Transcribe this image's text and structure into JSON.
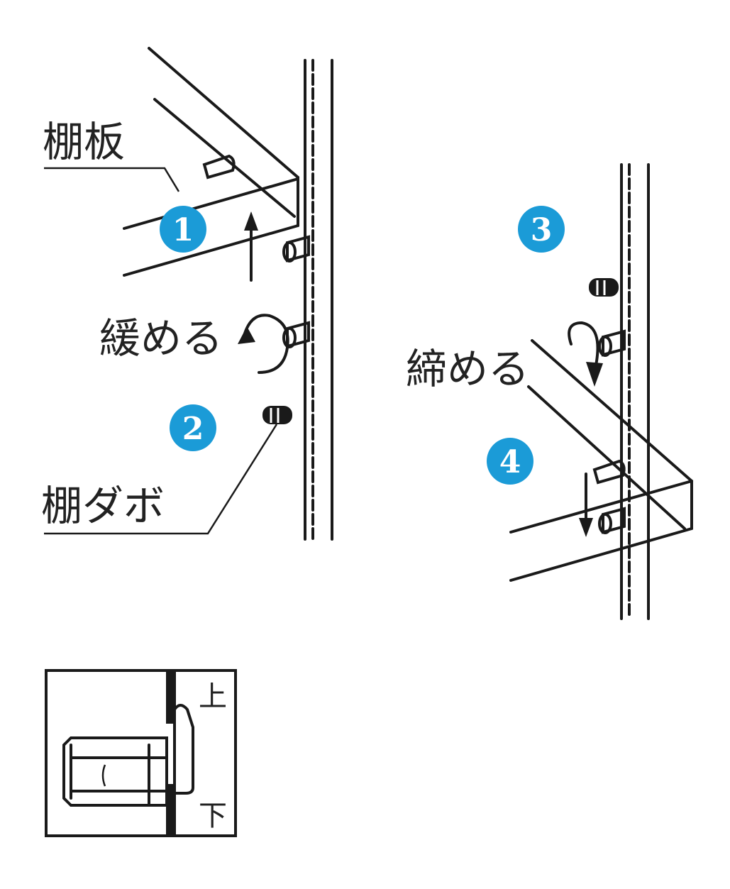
{
  "labels": {
    "shelf_board": "棚板",
    "loosen": "緩める",
    "shelf_dowel": "棚ダボ",
    "tighten": "締める",
    "up": "上",
    "down": "下"
  },
  "steps": [
    "1",
    "2",
    "3",
    "4"
  ],
  "colors": {
    "step_circle": "#1b9bd7",
    "line": "#1a1a1a"
  }
}
